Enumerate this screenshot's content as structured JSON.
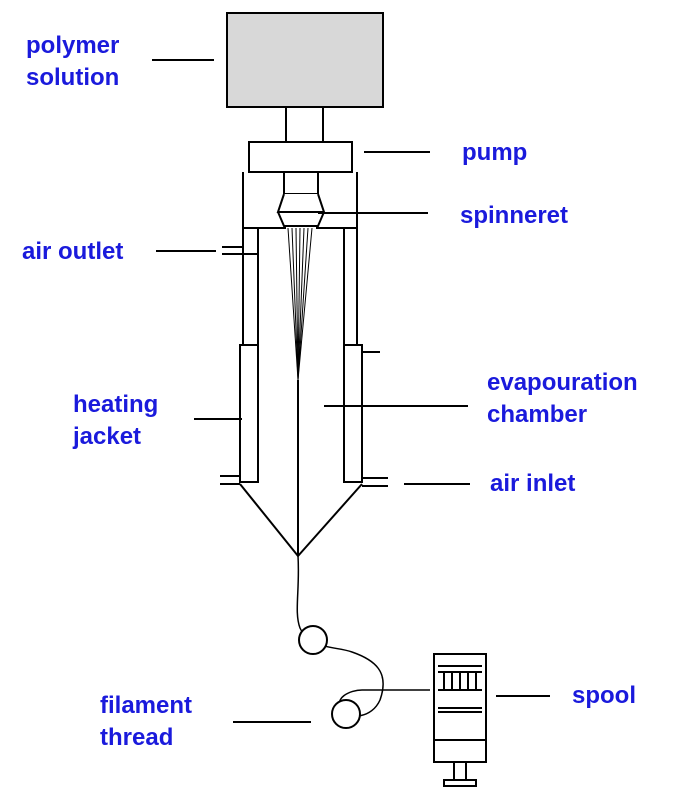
{
  "labels": {
    "polymer_solution": [
      "polymer",
      "solution"
    ],
    "pump": "pump",
    "spinneret": "spinneret",
    "air_outlet": "air outlet",
    "evapouration_chamber": [
      "evapouration",
      "chamber"
    ],
    "heating_jacket": [
      "heating",
      "jacket"
    ],
    "air_inlet": "air inlet",
    "filament_thread": [
      "filament",
      "thread"
    ],
    "spool": "spool"
  },
  "colors": {
    "label_text": "#1a1adc",
    "line_art": "#000000",
    "reservoir_fill": "#d8d8d8"
  }
}
